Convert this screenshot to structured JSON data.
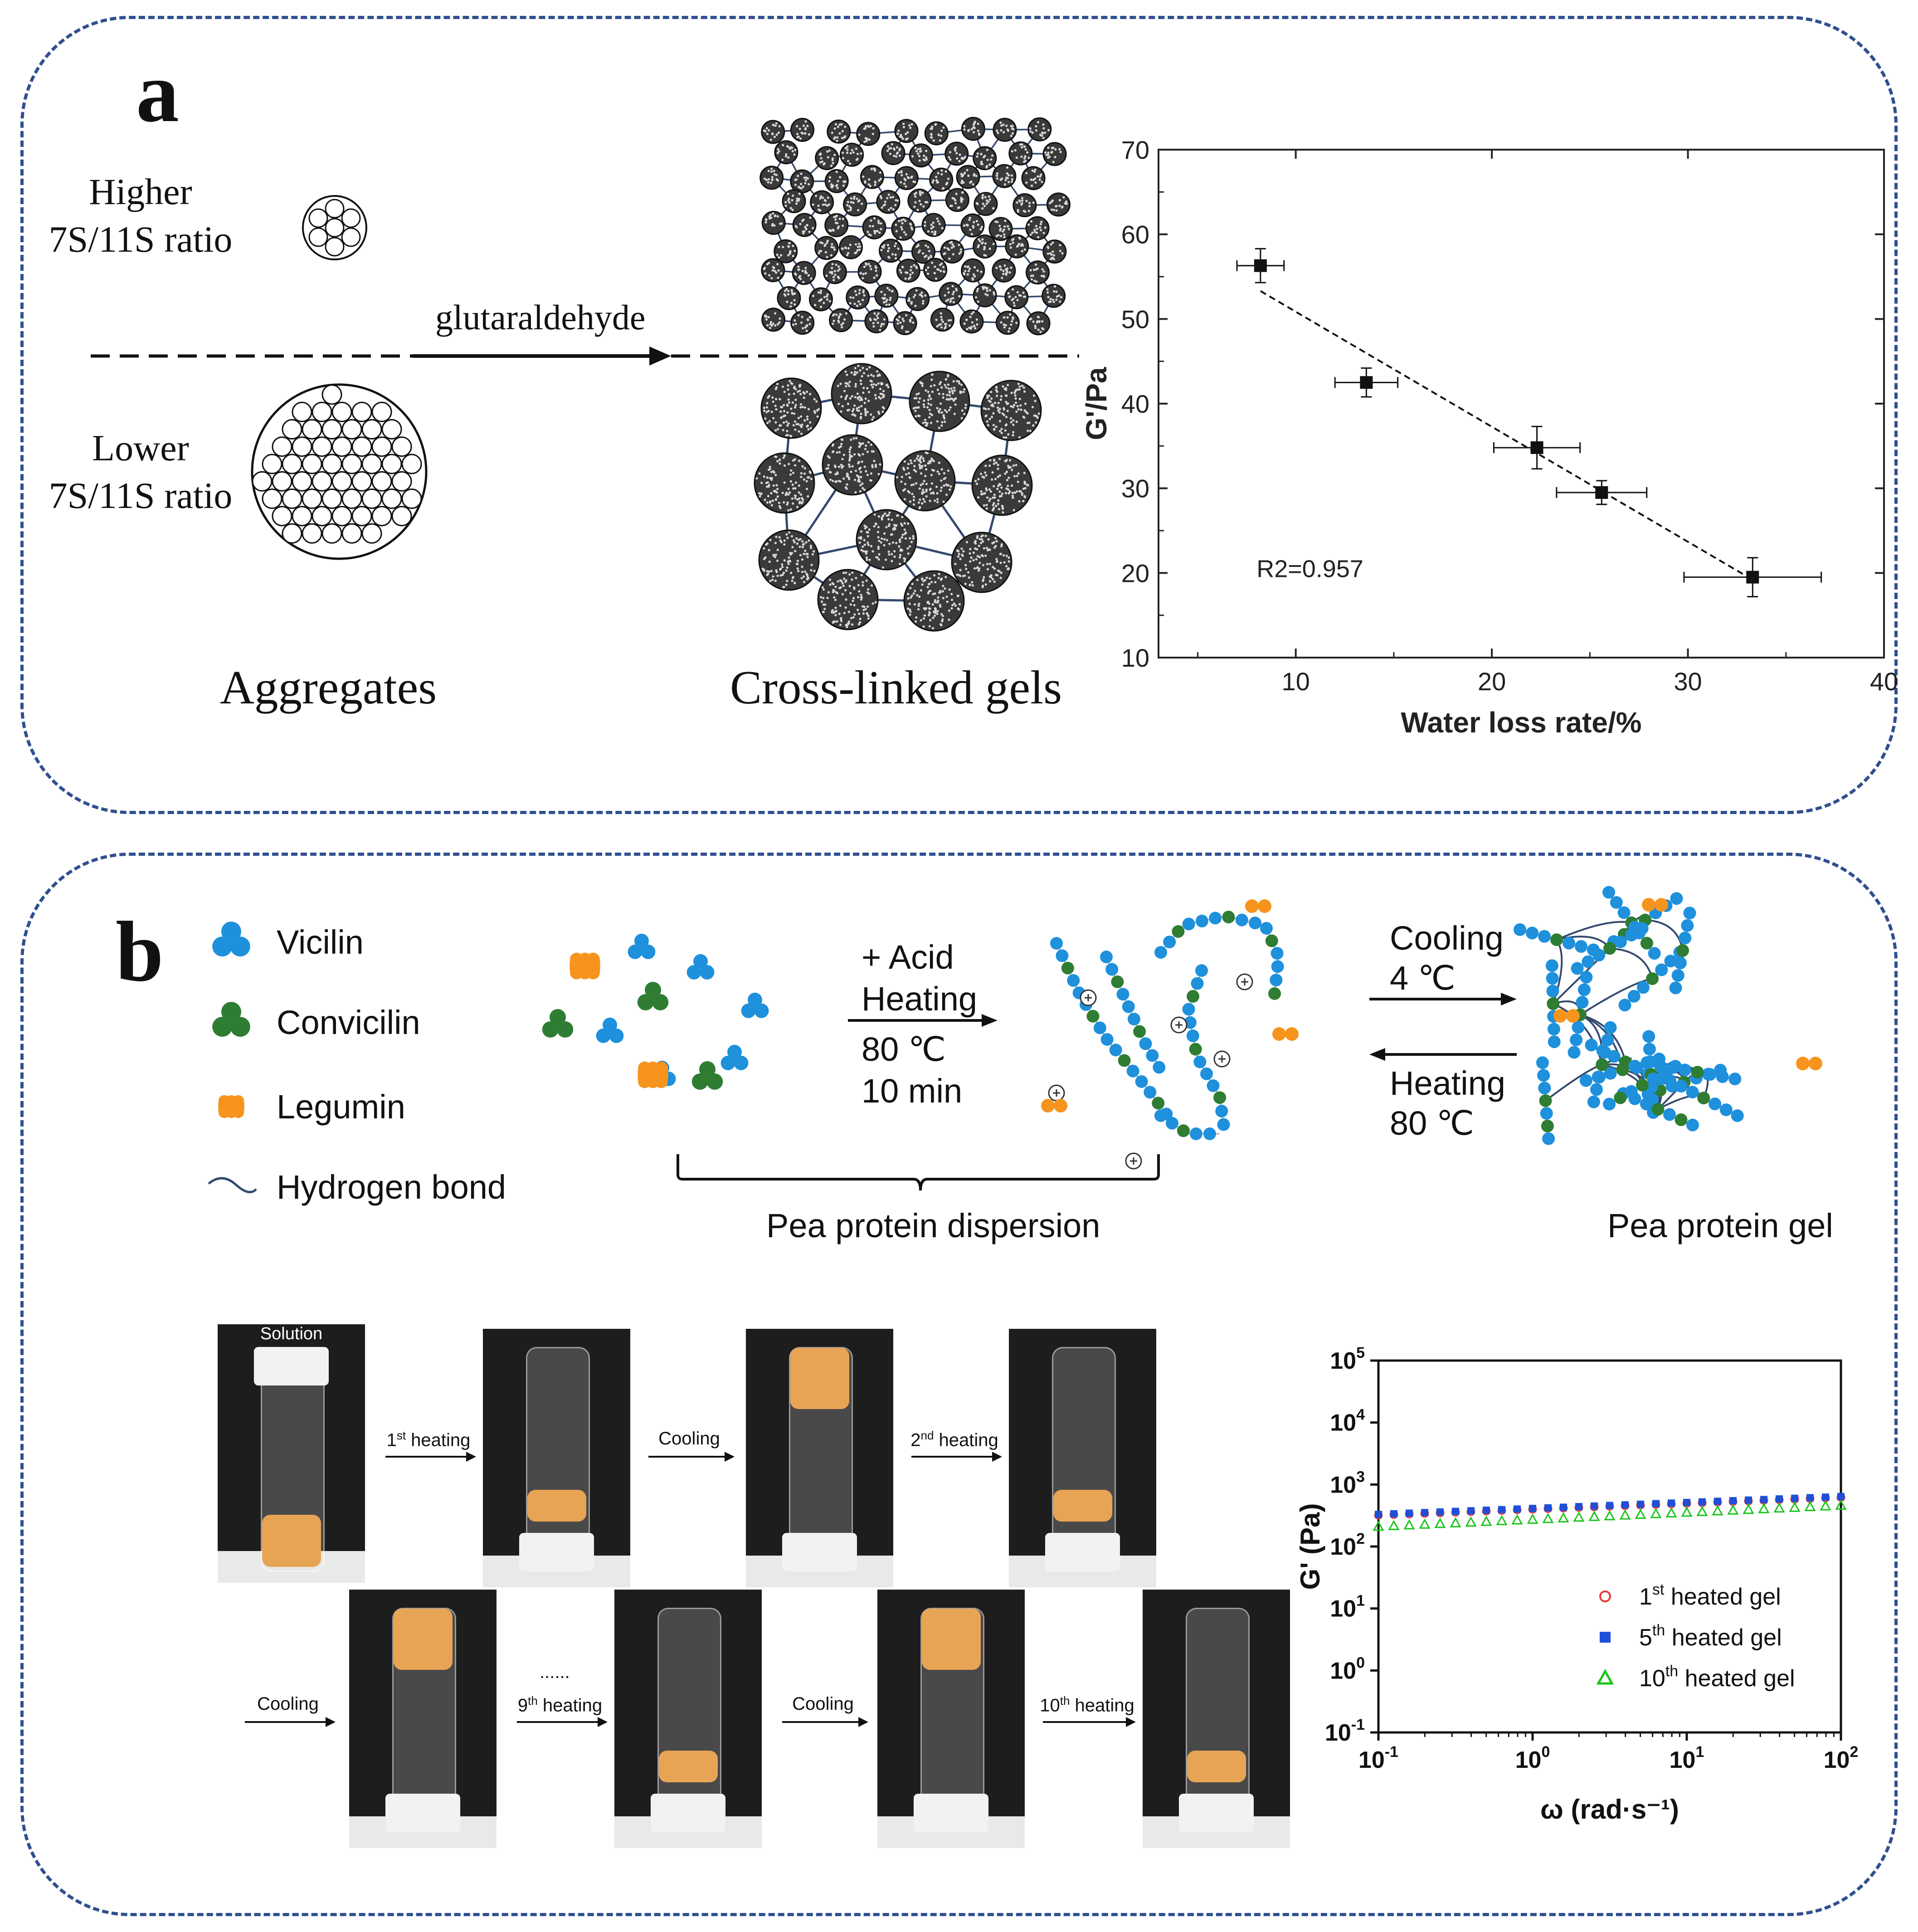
{
  "panel_a": {
    "letter": "a",
    "higher_label": [
      "Higher",
      "7S/11S ratio"
    ],
    "lower_label": [
      "Lower",
      "7S/11S ratio"
    ],
    "arrow_label": "glutaraldehyde",
    "aggregates_label": "Aggregates",
    "gels_label": "Cross-linked gels"
  },
  "panel_b": {
    "letter": "b",
    "legend": {
      "vicilin": "Vicilin",
      "convicilin": "Convicilin",
      "legumin": "Legumin",
      "hbond": "Hydrogen bond"
    },
    "colors": {
      "vicilin": "#1e90dc",
      "convicilin": "#2e7d32",
      "legumin": "#f7941d",
      "hbond": "#34496e"
    },
    "step1": [
      "+ Acid",
      "Heating",
      "80 ℃",
      "10 min"
    ],
    "cooling": [
      "Cooling",
      "4 ℃"
    ],
    "heating": [
      "Heating",
      "80 ℃"
    ],
    "dispersion_label": "Pea protein dispersion",
    "gel_label": "Pea protein gel",
    "photo_sequence": {
      "solution_label": "Solution",
      "row1_arrows": [
        {
          "base": "1",
          "sup": "st",
          "rest": " heating"
        },
        {
          "base": "Cooling",
          "sup": "",
          "rest": ""
        },
        {
          "base": "2",
          "sup": "nd",
          "rest": " heating"
        }
      ],
      "row2_arrows": [
        {
          "base": "Cooling",
          "sup": "",
          "rest": ""
        },
        {
          "base": "9",
          "sup": "th",
          "rest": " heating"
        },
        {
          "base": "Cooling",
          "sup": "",
          "rest": ""
        },
        {
          "base": "10",
          "sup": "th",
          "rest": " heating"
        }
      ],
      "ellipsis": "......"
    }
  },
  "chart_data": [
    {
      "type": "scatter",
      "title": "",
      "xlabel": "Water loss rate/%",
      "ylabel": "G'/Pa",
      "xlim": [
        3,
        40
      ],
      "ylim": [
        10,
        70
      ],
      "xticks": [
        10,
        20,
        30,
        40
      ],
      "yticks": [
        10,
        20,
        30,
        40,
        50,
        60,
        70
      ],
      "annotation": "R2=0.957",
      "points": [
        {
          "x": 8.2,
          "y": 56.3,
          "xerr": 1.2,
          "yerr": 2.0
        },
        {
          "x": 13.6,
          "y": 42.5,
          "xerr": 1.6,
          "yerr": 1.7
        },
        {
          "x": 22.3,
          "y": 34.8,
          "xerr": 2.2,
          "yerr": 2.5
        },
        {
          "x": 25.6,
          "y": 29.5,
          "xerr": 2.3,
          "yerr": 1.4
        },
        {
          "x": 33.3,
          "y": 19.5,
          "xerr": 3.5,
          "yerr": 2.3
        }
      ],
      "fit": {
        "x": [
          8.2,
          33.3
        ],
        "y": [
          53.3,
          19.2
        ]
      },
      "grid": false,
      "legend": "none"
    },
    {
      "type": "scatter",
      "title": "",
      "xlabel": "ω (rad·s⁻¹)",
      "ylabel": "G' (Pa)",
      "xscale": "log",
      "yscale": "log",
      "xlim": [
        0.1,
        100
      ],
      "ylim": [
        0.1,
        100000
      ],
      "xticks": [
        {
          "b": "10",
          "e": "-1"
        },
        {
          "b": "10",
          "e": "0"
        },
        {
          "b": "10",
          "e": "1"
        },
        {
          "b": "10",
          "e": "2"
        }
      ],
      "yticks": [
        {
          "b": "10",
          "e": "-1"
        },
        {
          "b": "10",
          "e": "0"
        },
        {
          "b": "10",
          "e": "1"
        },
        {
          "b": "10",
          "e": "2"
        },
        {
          "b": "10",
          "e": "3"
        },
        {
          "b": "10",
          "e": "4"
        },
        {
          "b": "10",
          "e": "5"
        }
      ],
      "legend": "bottom-right",
      "series": [
        {
          "name": {
            "n": "1",
            "s": "st",
            "r": " heated gel"
          },
          "marker": "circle",
          "color": "#e53935",
          "y_start": 320,
          "y_end": 620
        },
        {
          "name": {
            "n": "5",
            "s": "th",
            "r": " heated gel"
          },
          "marker": "square",
          "color": "#1e4fd8",
          "y_start": 330,
          "y_end": 640
        },
        {
          "name": {
            "n": "10",
            "s": "th",
            "r": " heated gel"
          },
          "marker": "triangle",
          "color": "#19c419",
          "y_start": 210,
          "y_end": 460
        }
      ],
      "points_per_series": 31
    }
  ]
}
